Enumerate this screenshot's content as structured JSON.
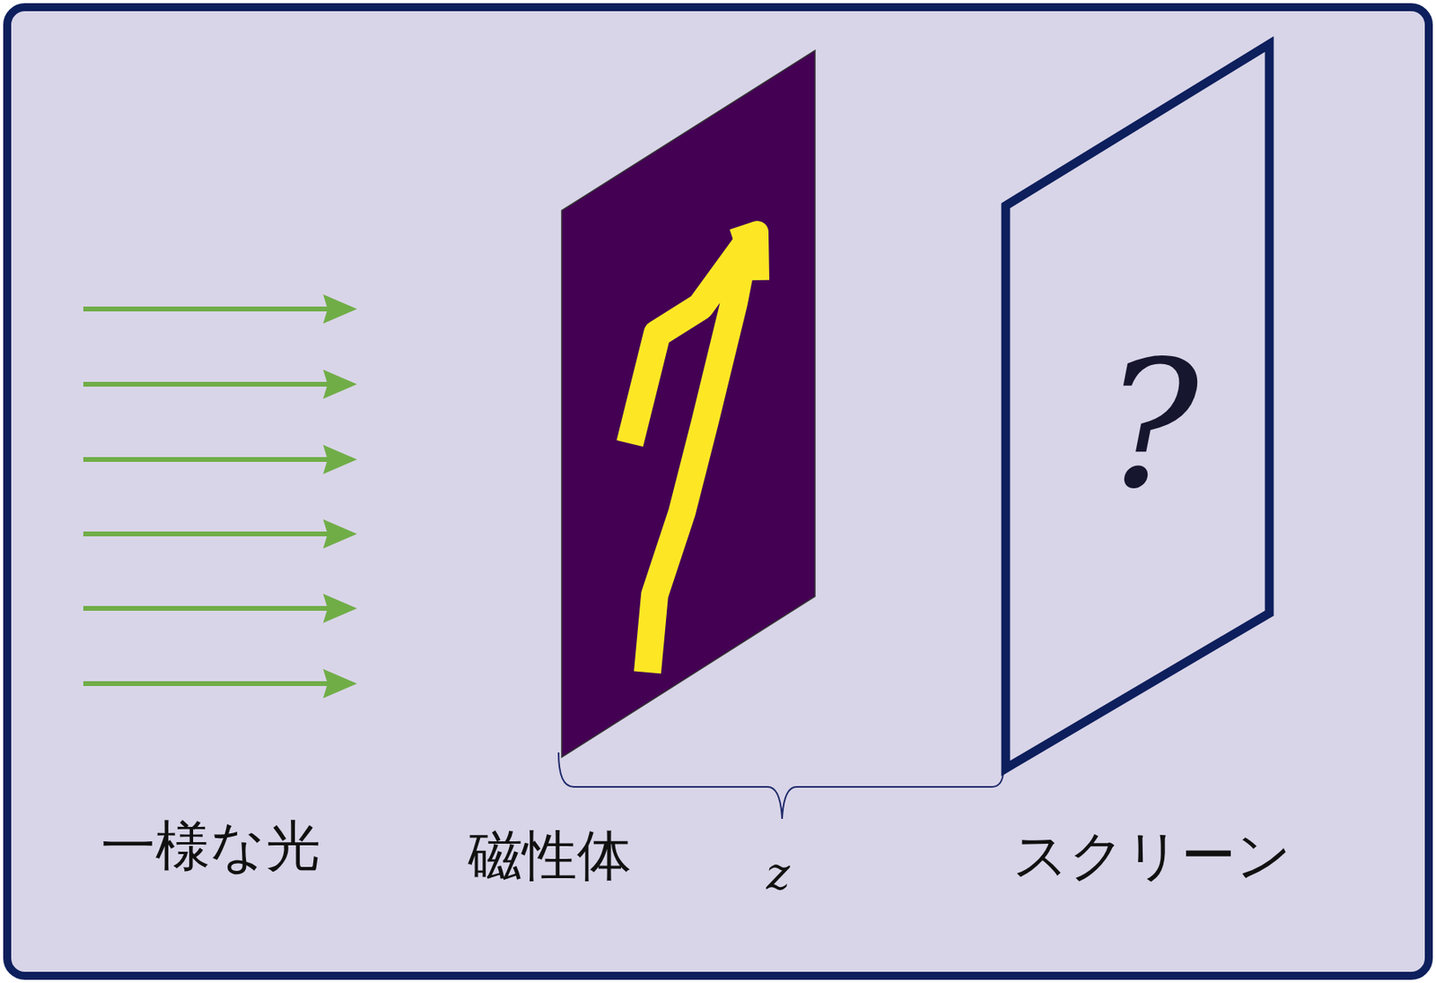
{
  "diagram": {
    "nodes": [
      {
        "text": [
          "?"
        ]
      }
    ],
    "labels": [
      "一様な光",
      "磁性体",
      "z",
      "スクリーン"
    ]
  }
}
